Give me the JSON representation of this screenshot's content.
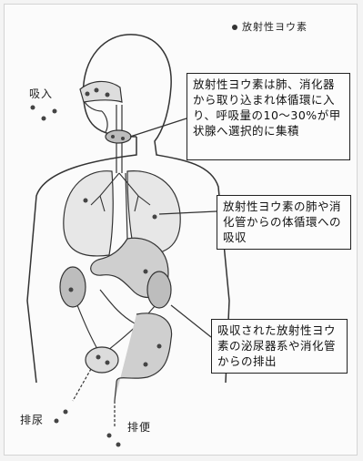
{
  "legend": {
    "label": "放射性ヨウ素"
  },
  "labels": {
    "inhale": "吸入",
    "urine": "排尿",
    "feces": "排便"
  },
  "boxes": {
    "box1": "放射性ヨウ素は肺、消化器から取り込まれ体循環に入り、呼吸量の10〜30%が甲状腺へ選択的に集積",
    "box2": "放射性ヨウ素の肺や消化管からの体循環への吸収",
    "box3": "吸収された放射性ヨウ素の泌尿器系や消化管からの排出"
  },
  "colors": {
    "line": "#333333",
    "organ_fill": "#cfcfcf",
    "particle": "#444444"
  }
}
